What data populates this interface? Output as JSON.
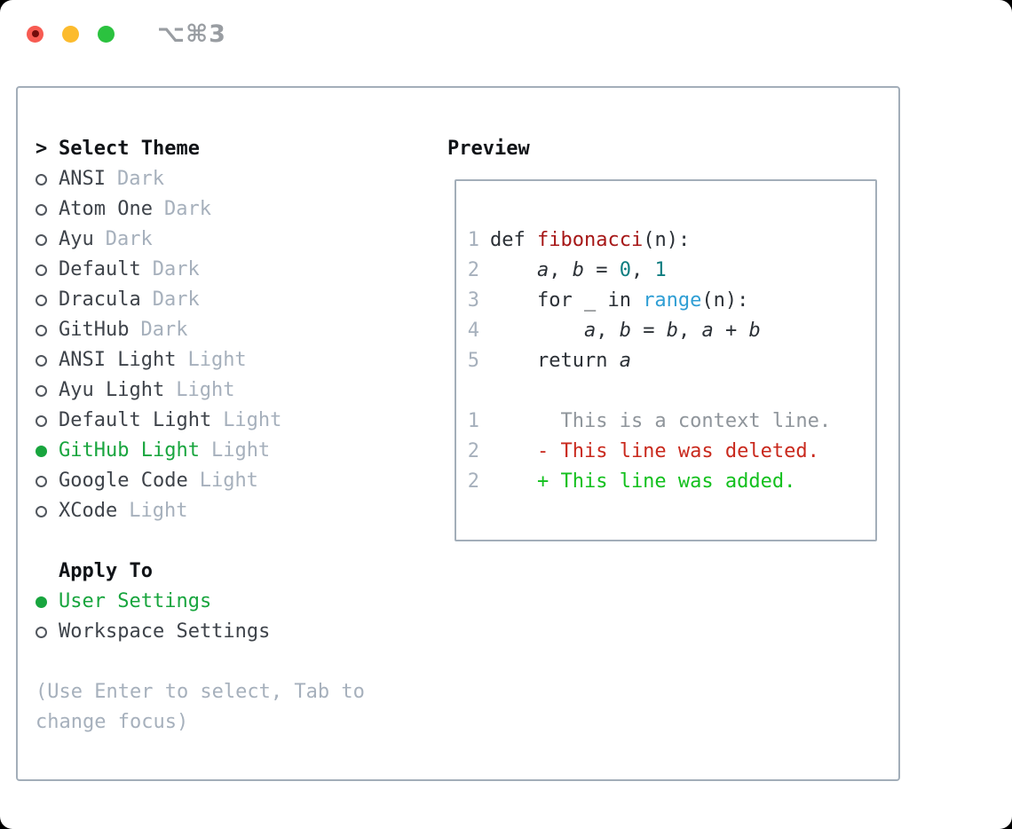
{
  "window": {
    "title": "⌥⌘3"
  },
  "theme_selector": {
    "prompt": ">",
    "heading": "Select Theme",
    "items": [
      {
        "name": "ANSI",
        "variant": "Dark",
        "selected": false
      },
      {
        "name": "Atom One",
        "variant": "Dark",
        "selected": false
      },
      {
        "name": "Ayu",
        "variant": "Dark",
        "selected": false
      },
      {
        "name": "Default",
        "variant": "Dark",
        "selected": false
      },
      {
        "name": "Dracula",
        "variant": "Dark",
        "selected": false
      },
      {
        "name": "GitHub",
        "variant": "Dark",
        "selected": false
      },
      {
        "name": "ANSI Light",
        "variant": "Light",
        "selected": false
      },
      {
        "name": "Ayu Light",
        "variant": "Light",
        "selected": false
      },
      {
        "name": "Default Light",
        "variant": "Light",
        "selected": false
      },
      {
        "name": "GitHub Light",
        "variant": "Light",
        "selected": true
      },
      {
        "name": "Google Code",
        "variant": "Light",
        "selected": false
      },
      {
        "name": "XCode",
        "variant": "Light",
        "selected": false
      }
    ]
  },
  "apply_to": {
    "heading": "Apply To",
    "options": [
      {
        "name": "User Settings",
        "selected": true
      },
      {
        "name": "Workspace Settings",
        "selected": false
      }
    ]
  },
  "help": {
    "text": "(Use Enter to select, Tab to change focus)"
  },
  "preview": {
    "heading": "Preview",
    "code_lines": [
      {
        "num": "1",
        "tokens": [
          {
            "t": "def ",
            "c": "code"
          },
          {
            "t": "fibonacci",
            "c": "func"
          },
          {
            "t": "(n):",
            "c": "code"
          }
        ]
      },
      {
        "num": "2",
        "tokens": [
          {
            "t": "    ",
            "c": "code"
          },
          {
            "t": "a",
            "c": "var"
          },
          {
            "t": ", ",
            "c": "code"
          },
          {
            "t": "b",
            "c": "var"
          },
          {
            "t": " = ",
            "c": "code"
          },
          {
            "t": "0",
            "c": "num"
          },
          {
            "t": ", ",
            "c": "code"
          },
          {
            "t": "1",
            "c": "num"
          }
        ]
      },
      {
        "num": "3",
        "tokens": [
          {
            "t": "    for _ in ",
            "c": "code"
          },
          {
            "t": "range",
            "c": "builtin"
          },
          {
            "t": "(n):",
            "c": "code"
          }
        ]
      },
      {
        "num": "4",
        "tokens": [
          {
            "t": "        ",
            "c": "code"
          },
          {
            "t": "a",
            "c": "var"
          },
          {
            "t": ", ",
            "c": "code"
          },
          {
            "t": "b",
            "c": "var"
          },
          {
            "t": " = ",
            "c": "code"
          },
          {
            "t": "b",
            "c": "var"
          },
          {
            "t": ", ",
            "c": "code"
          },
          {
            "t": "a",
            "c": "var"
          },
          {
            "t": " + ",
            "c": "code"
          },
          {
            "t": "b",
            "c": "var"
          }
        ]
      },
      {
        "num": "5",
        "tokens": [
          {
            "t": "    return ",
            "c": "code"
          },
          {
            "t": "a",
            "c": "var"
          }
        ]
      }
    ],
    "diff_lines": [
      {
        "num": "1",
        "text": "      This is a context line.",
        "c": "context"
      },
      {
        "num": "2",
        "text": "    - This line was deleted.",
        "c": "deleted"
      },
      {
        "num": "2",
        "text": "    + This line was added.",
        "c": "added"
      }
    ]
  },
  "colors": {
    "selected-green": "#18a53e",
    "added-green": "#12c01d",
    "deleted-red": "#c9291d",
    "function-red": "#a61717",
    "number-teal": "#0d7d80",
    "builtin-blue": "#2f9ed4",
    "muted-gray": "#a6b0bc",
    "border-gray": "#a3aeb9"
  }
}
